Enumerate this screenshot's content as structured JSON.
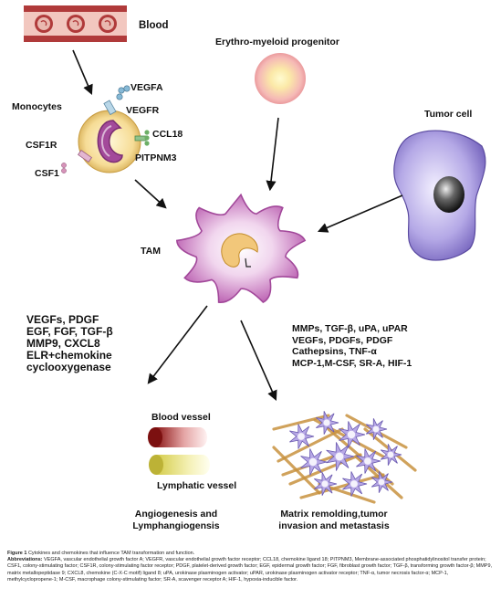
{
  "labels": {
    "blood": "Blood",
    "erythro": "Erythro-myeloid progenitor",
    "monocytes": "Monocytes",
    "vegfa": "VEGFA",
    "vegfr": "VEGFR",
    "ccl18": "CCL18",
    "csf1r": "CSF1R",
    "pitpnm3": "PITPNM3",
    "csf1": "CSF1",
    "tumor_cell": "Tumor cell",
    "tam": "TAM",
    "blood_vessel": "Blood vessel",
    "lymphatic_vessel": "Lymphatic vessel",
    "angiogenesis": [
      "Angiogenesis and",
      "Lymphangiogensis"
    ],
    "matrix": [
      "Matrix remolding,tumor",
      "invasion and metastasis"
    ]
  },
  "left_factors": [
    "VEGFs, PDGF",
    "EGF, FGF, TGF-β",
    "MMP9, CXCL8",
    "ELR+chemokine",
    "cyclooxygenase"
  ],
  "right_factors": [
    "MMPs, TGF-β, uPA, uPAR",
    "VEGFs, PDGFs, PDGF",
    "Cathepsins, TNF-α",
    "MCP-1,M-CSF, SR-A, HIF-1"
  ],
  "caption": {
    "title": "Figure 1",
    "title_text": "Cytokines and chemokines that influence TAM transformation and function.",
    "abbr_head": "Abbreviations:",
    "abbr_text": "VEGFA, vascular endothelial growth factor A; VEGFR, vascular endothelial growth factor receptor; CCL18, chemokine ligand 18; PITPNM3, Membrane-associated phosphatidylinositol transfer protein; CSF1, colony-stimulating factor; CSF1R, colony-stimulating factor receptor; PDGF, platelet-derived growth factor; EGF, epidermal growth factor; FGF, fibroblast growth factor; TGF-β, transforming growth factor-β; MMP9, matrix metallopeptidase 9; CXCL8, chemokine (C-X-C motif) ligand 8; uPA, urokinase plasminogen activator; uPAR, urokinase plasminogen activator receptor; TNF-α, tumor necrosis factor-α; MCP-1, methylcyclopropene-1; M-CSF, macrophage colony-stimulating factor; SR-A, scavenger receptor A; HIF-1, hypoxia-inducible factor."
  },
  "colors": {
    "vessel_wall": "#b03a3a",
    "vessel_inner": "#f2c7bf",
    "tam_fill": "#d9a0d4",
    "tumor_fill": "#a79ad8",
    "monocyte_fill": "#f3dc9a",
    "star_fill": "#b7a8e6"
  }
}
